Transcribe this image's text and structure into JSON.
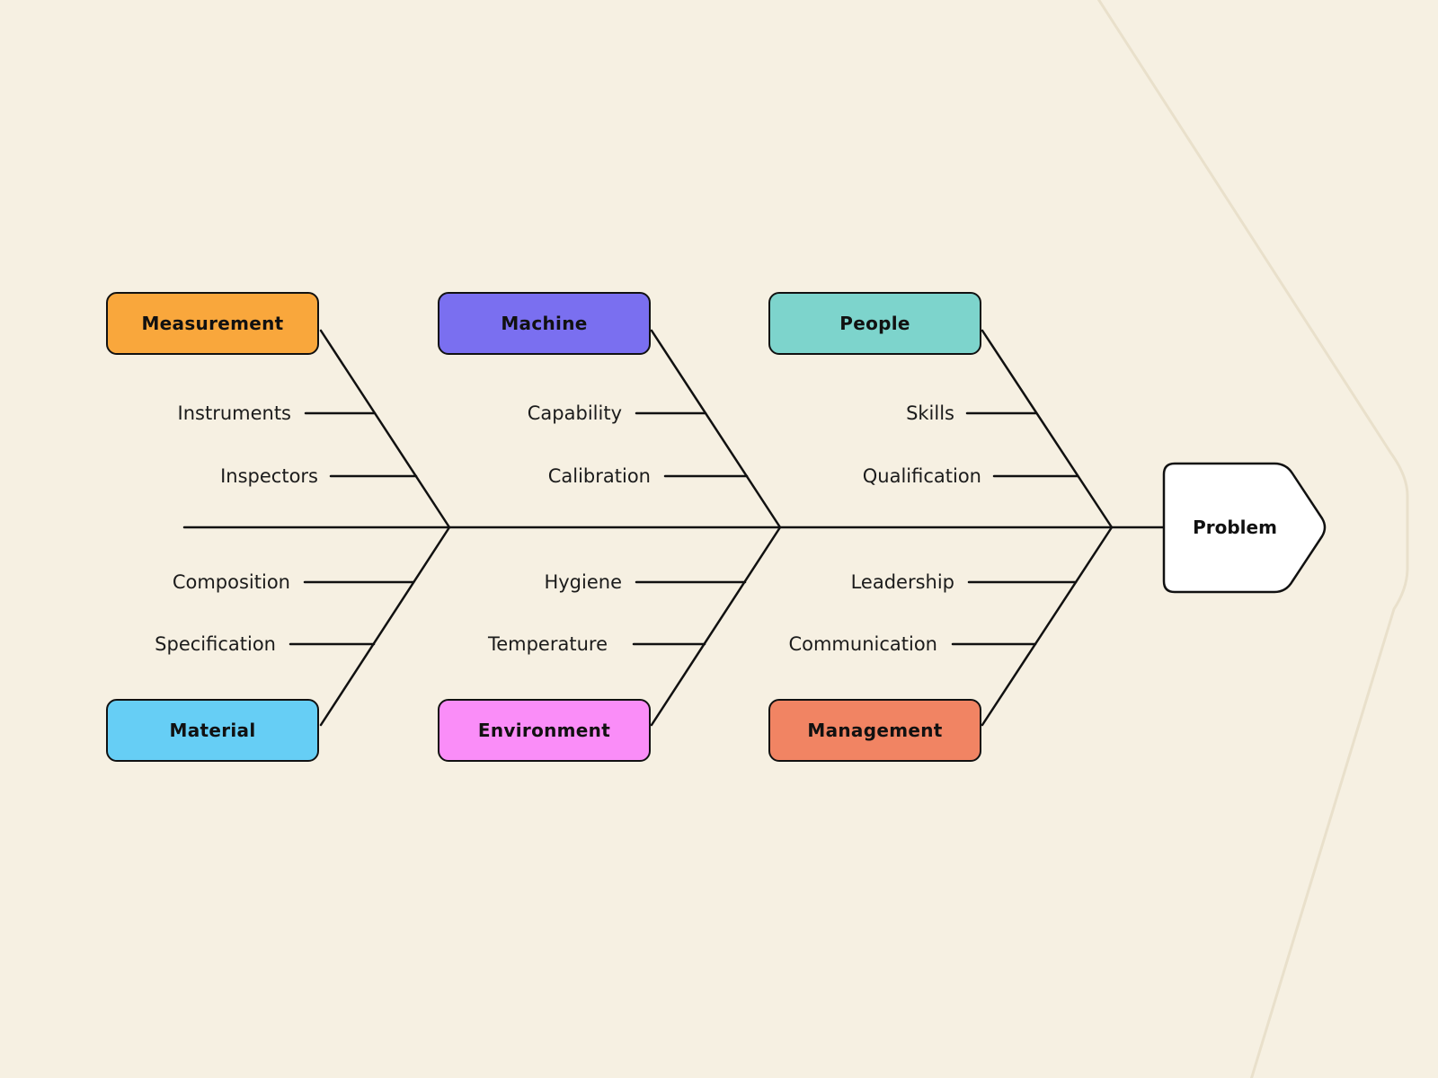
{
  "diagram": {
    "type": "fishbone-ishikawa",
    "problem": {
      "label": "Problem",
      "fill": "#ffffff"
    },
    "categories": [
      {
        "label": "Measurement",
        "color": "#f9a73c",
        "row": "top",
        "causes": [
          "Instruments",
          "Inspectors"
        ]
      },
      {
        "label": "Machine",
        "color": "#7a6ff0",
        "row": "top",
        "causes": [
          "Capability",
          "Calibration"
        ]
      },
      {
        "label": "People",
        "color": "#7dd4cc",
        "row": "top",
        "causes": [
          "Skills",
          "Qualification"
        ]
      },
      {
        "label": "Material",
        "color": "#66cef5",
        "row": "bottom",
        "causes": [
          "Composition",
          "Specification"
        ]
      },
      {
        "label": "Environment",
        "color": "#fa8df8",
        "row": "bottom",
        "causes": [
          "Hygiene",
          "Temperature"
        ]
      },
      {
        "label": "Management",
        "color": "#f18463",
        "row": "bottom",
        "causes": [
          "Leadership",
          "Communication"
        ]
      }
    ],
    "colors": {
      "background": "#f6f0e2",
      "bone": "#111111",
      "accent_line": "#e9e0cb",
      "text": "#1b1b1b"
    }
  }
}
